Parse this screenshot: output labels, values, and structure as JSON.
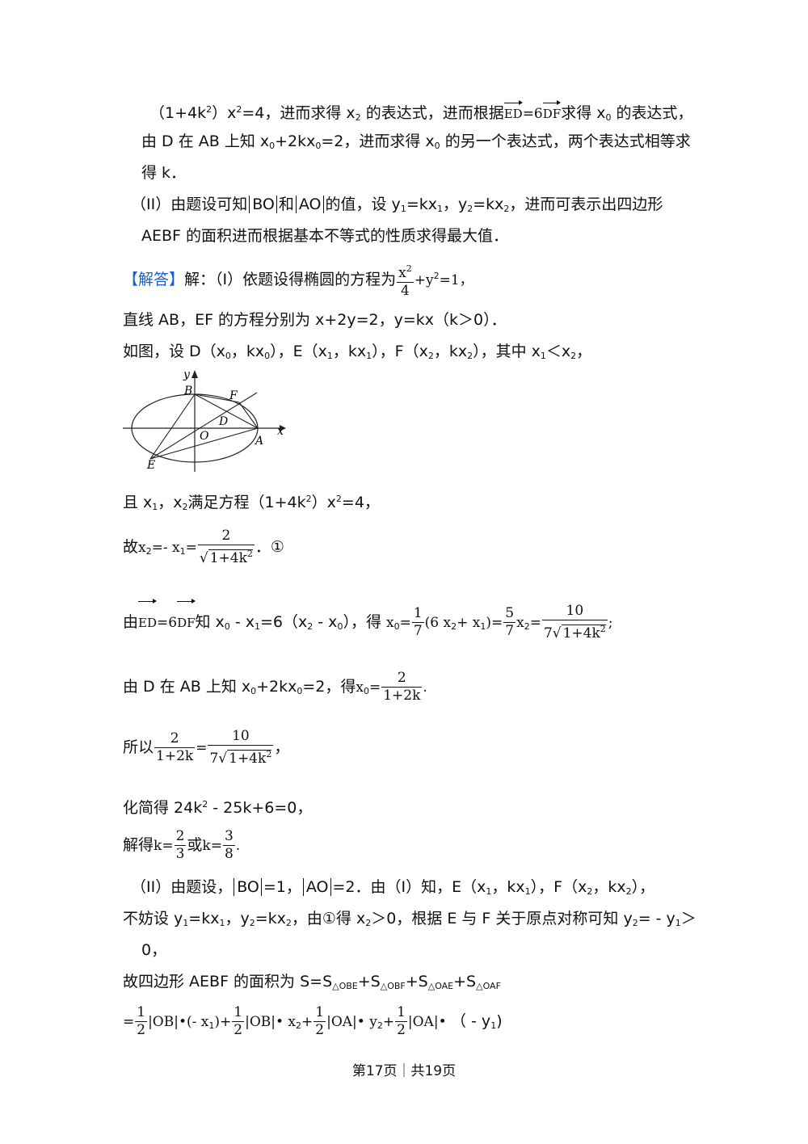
{
  "lines": {
    "l1a": "（1+4k",
    "l1b": "）x",
    "l1c": "=4，进而求得 x",
    "l1d": " 的表达式，进而根据",
    "l1e": "求得 x",
    "l1f": " 的表达式，",
    "l2a": "由 D 在 AB 上知 x",
    "l2b": "+2kx",
    "l2c": "=2，进而求得 x",
    "l2d": " 的另一个表达式，两个表达式相等求",
    "l3": "得 k．",
    "l4a": "（II）由题设可知",
    "l4b": "BO",
    "l4c": "和",
    "l4d": "AO",
    "l4e": "的值，设 y",
    "l4f": "=kx",
    "l4g": "，y",
    "l4h": "=kx",
    "l4i": "，进而可表示出四边形",
    "l5": "AEBF 的面积进而根据基本不等式的性质求得最大值．",
    "l6a": "【解答】",
    "l6b": "解：（I）依题设得椭圆的方程为",
    "l7": "直线 AB，EF 的方程分别为 x+2y=2，y=kx（k＞0）．",
    "l8a": "如图，设 D（x",
    "l8b": "，kx",
    "l8c": "），E（x",
    "l8d": "，kx",
    "l8e": "），F（x",
    "l8f": "，kx",
    "l8g": "），其中 x",
    "l8h": "＜x",
    "l9a": "且 x",
    "l9b": "，x",
    "l9c": "满足方程（1+4k",
    "l9d": "）x",
    "l9e": "=4，",
    "l10a": "故",
    "l10b": "．①",
    "l11a": "由",
    "l11b": "知 x",
    "l11c": " - x",
    "l11d": "=6（x",
    "l11e": " - x",
    "l11f": "），得",
    "l12a": "由 D 在 AB 上知 x",
    "l12b": "+2kx",
    "l12c": "=2，得",
    "l13": "所以",
    "l14a": "化简得 24k",
    "l14b": " - 25k+6=0，",
    "l15a": "解得",
    "l15b": "或",
    "l16a": "（II）由题设，",
    "l16b": "BO",
    "l16c": "=1，",
    "l16d": "AO",
    "l16e": "=2．由（I）知，E（x",
    "l16f": "，kx",
    "l16g": "），F（x",
    "l16h": "，kx",
    "l16i": "），",
    "l17a": "不妨设 y",
    "l17b": "=kx",
    "l17c": "，y",
    "l17d": "=kx",
    "l17e": "，由①得 x",
    "l17f": "＞0，根据 E 与 F 关于原点对称可知 y",
    "l17g": "= - y",
    "l17h": "＞",
    "l18": "0，",
    "l19a": "故四边形 AEBF 的面积为 S=S",
    "l19b": "+S",
    "l19c": "+S",
    "l19d": "+S",
    "l20end": "（ - y"
  },
  "sub": {
    "s2": "2",
    "s0": "0",
    "s1": "1",
    "obe": "△OBE",
    "obf": "△OBF",
    "oae": "△OAE",
    "oaf": "△OAF"
  },
  "sup": {
    "p2": "2"
  },
  "math": {
    "ed": "ED",
    "df": "DF",
    "six": "=6",
    "x": "x",
    "y": "y",
    "k": "k",
    "one": "1",
    "two": "2",
    "three": "3",
    "five": "5",
    "seven": "7",
    "eight": "8",
    "ten": "10",
    "plusy": "+y",
    "eq1": "=1，",
    "eqminus": "=- x",
    "eq": "=",
    "onep4k": "1+4k",
    "onep2k": "1+2k",
    "sixx": "(6 x",
    "plusx": "+ x",
    "rparen": ")",
    "semi": ";",
    "dot": ".",
    "comma": "，",
    "keq": "k=",
    "lead": "=",
    "ob": "|OB|",
    "oa": "|OA|",
    "bullet": "•",
    "negx": "(- x",
    "plus": "+",
    "xsp": " x",
    "ysp": " y",
    "bull": "• "
  },
  "diagram": {
    "labels": {
      "y": "y",
      "x": "x",
      "B": "B",
      "F": "F",
      "D": "D",
      "O": "O",
      "A": "A",
      "E": "E"
    }
  },
  "footer": "第17页｜共19页"
}
